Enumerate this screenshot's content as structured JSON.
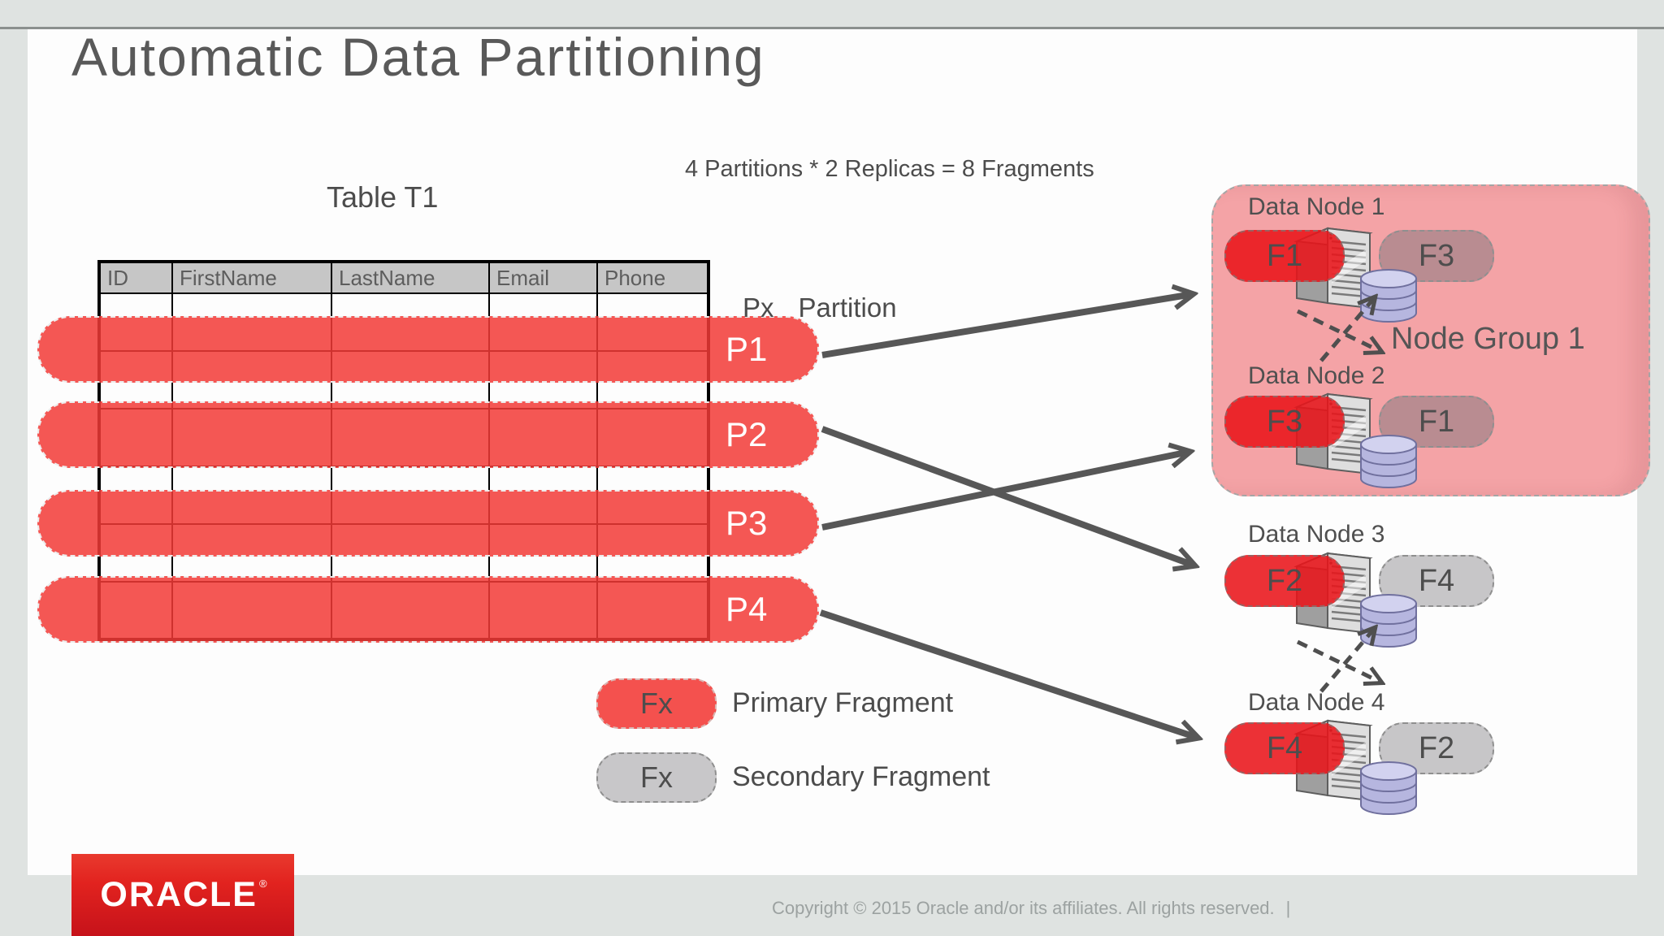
{
  "slide": {
    "title": "Automatic Data Partitioning",
    "formula": "4 Partitions * 2 Replicas = 8 Fragments",
    "table_caption": "Table T1",
    "partition_key": {
      "abbr": "Px",
      "label": "Partition"
    }
  },
  "table": {
    "columns": [
      "ID",
      "FirstName",
      "LastName",
      "Email",
      "Phone"
    ],
    "data_rows": 6
  },
  "partitions": [
    {
      "label": "P1"
    },
    {
      "label": "P2"
    },
    {
      "label": "P3"
    },
    {
      "label": "P4"
    }
  ],
  "legend": {
    "primary_box": "Fx",
    "primary_label": "Primary Fragment",
    "secondary_box": "Fx",
    "secondary_label": "Secondary Fragment"
  },
  "cluster": {
    "group_label": "Node Group 1",
    "nodes": [
      {
        "name": "Data Node 1",
        "primary": "F1",
        "secondary": "F3"
      },
      {
        "name": "Data Node 2",
        "primary": "F3",
        "secondary": "F1"
      },
      {
        "name": "Data Node 3",
        "primary": "F2",
        "secondary": "F4"
      },
      {
        "name": "Data Node 4",
        "primary": "F4",
        "secondary": "F2"
      }
    ]
  },
  "footer": {
    "brand": "ORACLE",
    "registered": "®",
    "copyright": "Copyright © 2015 Oracle and/or its affiliates. All rights reserved.",
    "divider": "|"
  },
  "colors": {
    "partition_red": "#f4514e",
    "fragment_red": "#e9161d",
    "fragment_gray": "#c7c6c8",
    "group_pink": "#f4a3a6",
    "arrow_gray": "#575757",
    "oracle_red": "#e2231f",
    "header_gray": "#c6c6c6"
  }
}
